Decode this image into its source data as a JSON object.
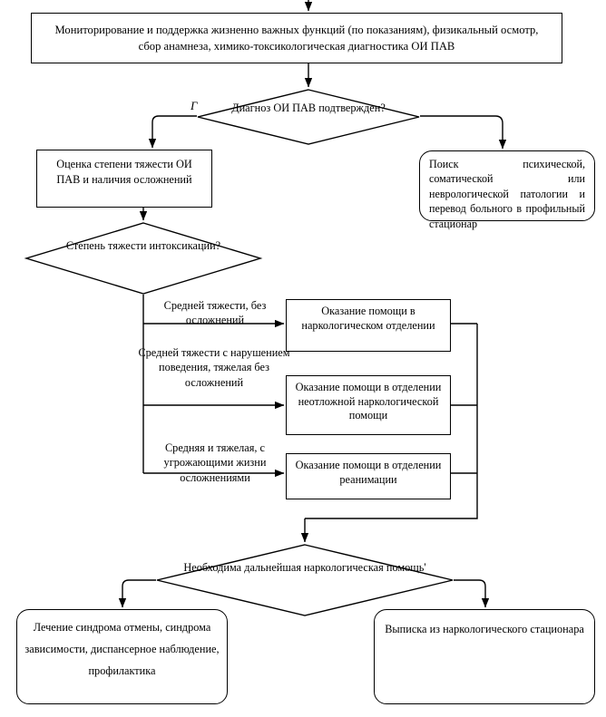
{
  "diagram": {
    "type": "flowchart",
    "language": "ru",
    "nodes": {
      "top_process": "Мониторирование и поддержка жизненно важных функций (по показаниям), физикальный осмотр, сбор анамнеза, химико-токсикологическая диагностика ОИ ПАВ",
      "diagnosis_decision": "Диагноз ОИ ПАВ подтвержден?",
      "assessment": "Оценка степени тяжести ОИ ПАВ и наличия осложнений",
      "search_pathology": "Поиск психической, соматической или неврологической патологии и перевод больного в профильный стационар",
      "severity_decision": "Степень тяжести интоксикации?",
      "help_narcology": "Оказание помощи в наркологическом отделении",
      "help_emergency": "Оказание помощи в отделении неотложной наркологической помощи",
      "help_icu": "Оказание помощи в отделении реанимации",
      "further_decision": "Необходима дальнейшая наркологическая помощь'",
      "treatment": "Лечение синдрома отмены, синдрома зависимости, диспансерное наблюдение, профилактика",
      "discharge": "Выписка из наркологического стационара"
    },
    "branch_labels": {
      "moderate": "Средней тяжести, без осложнений",
      "moderate_behavior": "Средней тяжести с нарушением поведения, тяжелая без осложнений",
      "severe": "Средняя и тяжелая, с угрожающими жизни осложнениями"
    },
    "marks": {
      "stray_tick": "Г"
    },
    "colors": {
      "line": "#000000",
      "text": "#000000",
      "background": "#ffffff"
    }
  }
}
